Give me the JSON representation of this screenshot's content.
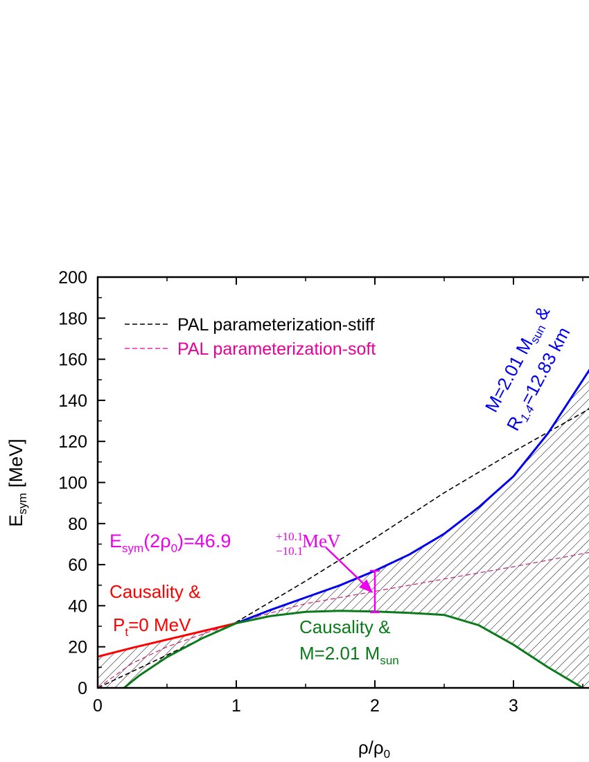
{
  "chart_data": {
    "type": "line",
    "xlabel": {
      "main": "ρ/ρ",
      "sub": "0"
    },
    "ylabel": {
      "main": "E",
      "sub": "sym",
      "rest": " [MeV]"
    },
    "xlim": [
      0,
      3.55
    ],
    "ylim": [
      0,
      200
    ],
    "xticks": [
      0,
      1,
      2,
      3
    ],
    "yticks": [
      0,
      20,
      40,
      60,
      80,
      100,
      120,
      140,
      160,
      180,
      200
    ],
    "grid": false,
    "legend_position": "top-left",
    "legend": [
      {
        "label": "PAL parameterization-stiff",
        "color": "#000000",
        "dash": true
      },
      {
        "label": "PAL parameterization-soft",
        "color": "#e5009a",
        "dash": true
      }
    ],
    "series": [
      {
        "name": "PAL parameterization-stiff",
        "color": "#000000",
        "x": [
          0,
          0.5,
          1,
          1.5,
          2,
          2.5,
          3,
          3.5,
          3.55
        ],
        "y": [
          0,
          16,
          32,
          52,
          73,
          95,
          115,
          134,
          136
        ]
      },
      {
        "name": "PAL parameterization-soft",
        "color": "#cc1f7a",
        "x": [
          0,
          0.25,
          0.5,
          0.75,
          1,
          1.5,
          2,
          2.5,
          3,
          3.55
        ],
        "y": [
          0,
          12,
          20,
          26,
          32,
          41,
          47,
          53,
          59,
          66
        ]
      },
      {
        "name": "Causality & P_t=0 MeV",
        "color": "#ff0000",
        "x": [
          0,
          0.25,
          0.5,
          0.75,
          1.0
        ],
        "y": [
          15.2,
          19.5,
          23.5,
          27.5,
          31.5
        ]
      },
      {
        "name": "M=2.01 M_sun & R_1.4=12.83 km",
        "color": "#0000ee",
        "x": [
          1.0,
          1.25,
          1.5,
          1.75,
          2.0,
          2.25,
          2.5,
          2.75,
          3.0,
          3.25,
          3.55
        ],
        "y": [
          31.5,
          38,
          44,
          50,
          57,
          65,
          75,
          88,
          103,
          124,
          155
        ]
      },
      {
        "name": "Causality & M=2.01 M_sun",
        "color": "#0a7a1a",
        "x": [
          0.19,
          0.3,
          0.5,
          0.75,
          1.0,
          1.25,
          1.5,
          1.75,
          2.0,
          2.25,
          2.5,
          2.75,
          3.0,
          3.25,
          3.5
        ],
        "y": [
          0,
          6,
          15,
          24,
          31.5,
          35,
          37,
          37.5,
          37.2,
          36.5,
          35.5,
          30.5,
          21,
          10,
          0
        ]
      }
    ],
    "error_bar": {
      "x": 2.0,
      "y": 46.9,
      "low": 36.8,
      "high": 57.0,
      "color": "#ee00ee"
    },
    "annotations": {
      "esym": {
        "pre": "E",
        "sub": "sym",
        "mid": "(2ρ",
        "sub2": "0",
        "post": ")=46.9",
        "sup_err": "+10.1",
        "sub_err": "−10.1",
        "unit": " MeV",
        "color": "#ee00ee"
      },
      "causality_pt": {
        "line1": "Causality &",
        "line2_pre": "P",
        "line2_sub": "t",
        "line2_post": "=0 MeV",
        "color": "#ff0000"
      },
      "causality_m": {
        "line1": "Causality &",
        "line2_pre": "M=2.01 M",
        "line2_sub": "sun",
        "color": "#0a7a1a"
      },
      "mass_radius": {
        "line1_pre": "M=2.01 M",
        "line1_sub": "sun",
        "line1_post": " &",
        "line2_pre": "R",
        "line2_sub": "1.4",
        "line2_post": "=12.83 km",
        "color": "#0000ee"
      }
    }
  }
}
